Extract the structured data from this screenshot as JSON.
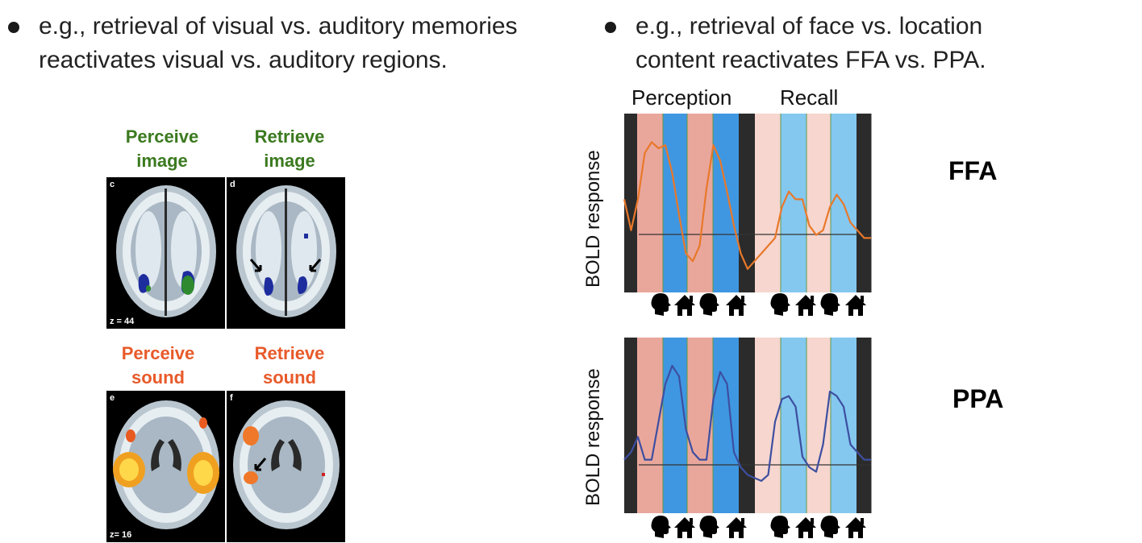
{
  "bullets": [
    {
      "line1": "e.g., retrieval of visual vs. auditory memories",
      "line2": "reactivates visual vs. auditory regions."
    },
    {
      "line1": "e.g., retrieval of face vs. location",
      "line2": "content reactivates FFA vs. PPA."
    }
  ],
  "brain_panels": {
    "perceive_image": {
      "line1": "Perceive",
      "line2": "image",
      "letter": "c",
      "z": "z = 44"
    },
    "retrieve_image": {
      "line1": "Retrieve",
      "line2": "image",
      "letter": "d"
    },
    "perceive_sound": {
      "line1": "Perceive",
      "line2": "sound",
      "letter": "e",
      "z": "z= 16"
    },
    "retrieve_sound": {
      "line1": "Retrieve",
      "line2": "sound",
      "letter": "f"
    }
  },
  "colors": {
    "green": "#3b7a1f",
    "orange": "#e85a2a",
    "face_perception": "#e9a79c",
    "scene_perception": "#3f97e2",
    "face_recall": "#f6d6cf",
    "scene_recall": "#84c8f0",
    "ffa_line": "#e8782a",
    "ppa_line": "#3d4fa0"
  },
  "chart_data": [
    {
      "type": "line",
      "roi": "FFA",
      "header": {
        "perception": "Perception",
        "recall": "Recall"
      },
      "ylabel": "BOLD response",
      "blocks": [
        "rest",
        "face",
        "scene",
        "face",
        "scene",
        "rest",
        "face",
        "scene",
        "face",
        "scene",
        "rest"
      ],
      "block_icons": [
        "face-icon",
        "house-icon",
        "face-icon",
        "house-icon",
        "face-icon",
        "house-icon",
        "face-icon",
        "house-icon"
      ],
      "series": [
        {
          "values": [
            0.55,
            0.35,
            0.55,
            0.85,
            0.92,
            0.88,
            0.9,
            0.72,
            0.45,
            0.2,
            0.15,
            0.25,
            0.62,
            0.9,
            0.8,
            0.6,
            0.38,
            0.2,
            0.1,
            0.15,
            0.2,
            0.25,
            0.3,
            0.5,
            0.6,
            0.55,
            0.55,
            0.38,
            0.32,
            0.35,
            0.5,
            0.58,
            0.52,
            0.4,
            0.35,
            0.3,
            0.3
          ]
        }
      ]
    },
    {
      "type": "line",
      "roi": "PPA",
      "ylabel": "BOLD response",
      "blocks": [
        "rest",
        "face",
        "scene",
        "face",
        "scene",
        "rest",
        "face",
        "scene",
        "face",
        "scene",
        "rest"
      ],
      "block_icons": [
        "face-icon",
        "house-icon",
        "face-icon",
        "house-icon",
        "face-icon",
        "house-icon",
        "face-icon",
        "house-icon"
      ],
      "series": [
        {
          "values": [
            0.3,
            0.35,
            0.45,
            0.3,
            0.3,
            0.55,
            0.8,
            0.92,
            0.85,
            0.5,
            0.35,
            0.3,
            0.3,
            0.7,
            0.88,
            0.8,
            0.35,
            0.25,
            0.2,
            0.18,
            0.16,
            0.2,
            0.55,
            0.7,
            0.72,
            0.65,
            0.32,
            0.25,
            0.22,
            0.4,
            0.75,
            0.72,
            0.65,
            0.4,
            0.35,
            0.3,
            0.3
          ]
        }
      ]
    }
  ]
}
